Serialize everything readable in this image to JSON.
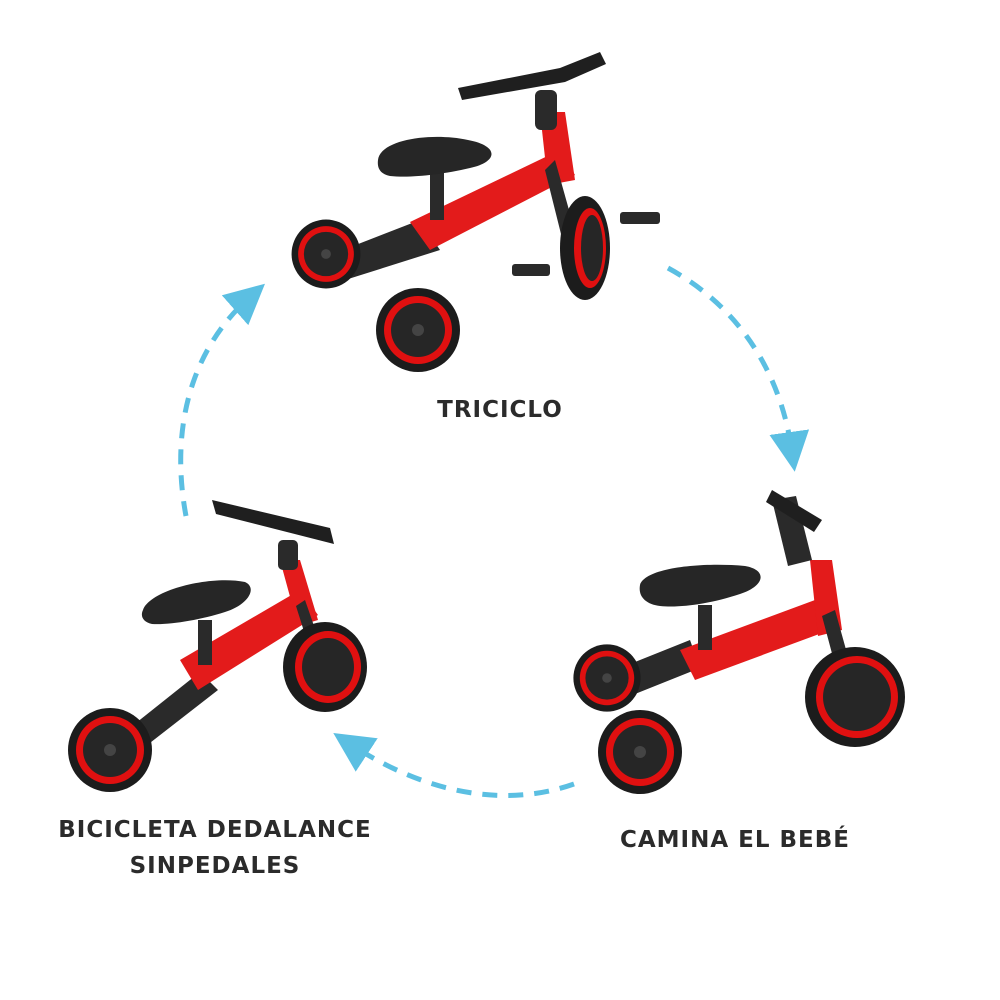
{
  "labels": {
    "triciclo": "TRICICLO",
    "balance_line1": "BICICLETA DEDALANCE",
    "balance_line2": "SINPEDALES",
    "camina": "CAMINA EL BEBÉ"
  },
  "icons": {
    "cycle_arrows": "dashed-arrow-icon",
    "bikes": "tricycle-icon"
  },
  "colors": {
    "frame_red": "#e31b1b",
    "wheel_red": "#e01010",
    "tire_black": "#1c1c1c",
    "seat_black": "#262626",
    "arrow_blue": "#5bbfe2",
    "text": "#2b2b2b"
  }
}
